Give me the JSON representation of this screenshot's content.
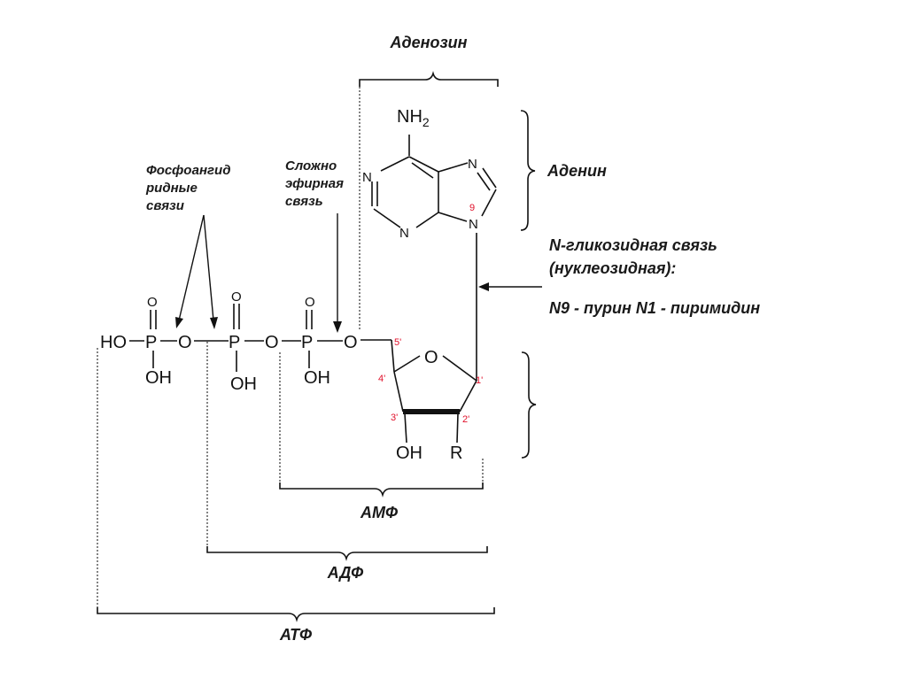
{
  "labels": {
    "adenosine": "Аденозин",
    "adenine": "Аденин",
    "phosphoanhydride": [
      "Фосфоангид",
      "ридные",
      "связи"
    ],
    "ester": [
      "Сложно",
      "эфирная",
      "связь"
    ],
    "glycosidic": [
      "N-гликозидная связь",
      "(нуклеозидная):",
      "N9 - пурин N1 - пиримидин"
    ],
    "amp": "АМФ",
    "adp": "АДФ",
    "atp": "АТФ"
  },
  "atoms": {
    "nh2": "NH",
    "nh2_sub": "2",
    "n": "N",
    "o": "O",
    "p": "P",
    "ho": "HO",
    "oh": "OH",
    "r": "R"
  },
  "numbering": {
    "n9": "9",
    "c5": "5'",
    "c4": "4'",
    "c3": "3'",
    "c2": "2'",
    "c1": "1'"
  }
}
